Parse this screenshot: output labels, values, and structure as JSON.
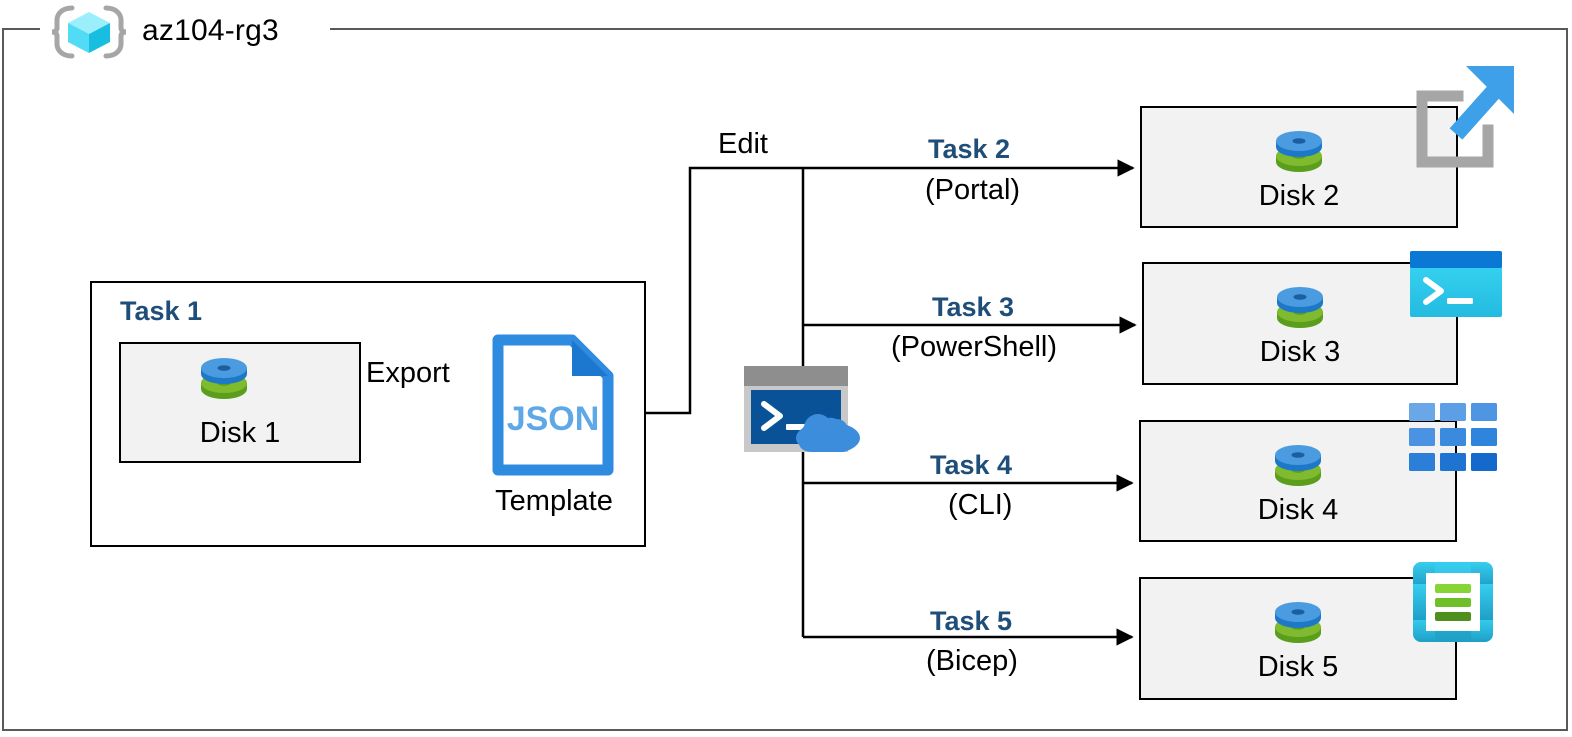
{
  "diagram": {
    "type": "azure-architecture-flow",
    "resource_group": {
      "name": "az104-rg3",
      "icon": "azure-resource-group-icon"
    },
    "colors": {
      "task_label": "#1F4E79",
      "box_fill": "#F2F2F2",
      "box_border": "#000000",
      "container_border": "#595959",
      "json_blue": "#2E8BE0",
      "disk_top": "#4a90d9",
      "disk_bottom": "#7FBA2F",
      "powershell_bar": "#0078D4",
      "powershell_body": "#2FCDF0",
      "cli_tile": "#3C8EDC",
      "bicep_frame": "#32C5E8"
    },
    "source_group": {
      "task_label": "Task 1",
      "disk": {
        "label": "Disk 1",
        "icon": "managed-disk-icon"
      },
      "export_label": "Export",
      "template": {
        "file_type": "JSON",
        "label": "Template",
        "icon": "json-file-icon"
      }
    },
    "editor": {
      "edit_label": "Edit",
      "icon": "azure-cloud-shell-icon"
    },
    "branches": [
      {
        "task_label": "Task 2",
        "tool_label": "(Portal)",
        "disk_label": "Disk 2",
        "disk_icon": "managed-disk-icon",
        "tool_icon": "azure-portal-icon"
      },
      {
        "task_label": "Task 3",
        "tool_label": "(PowerShell)",
        "disk_label": "Disk 3",
        "disk_icon": "managed-disk-icon",
        "tool_icon": "powershell-icon"
      },
      {
        "task_label": "Task 4",
        "tool_label": "(CLI)",
        "disk_label": "Disk 4",
        "disk_icon": "managed-disk-icon",
        "tool_icon": "azure-cli-icon"
      },
      {
        "task_label": "Task 5",
        "tool_label": "(Bicep)",
        "disk_label": "Disk 5",
        "disk_icon": "managed-disk-icon",
        "tool_icon": "bicep-icon"
      }
    ]
  }
}
